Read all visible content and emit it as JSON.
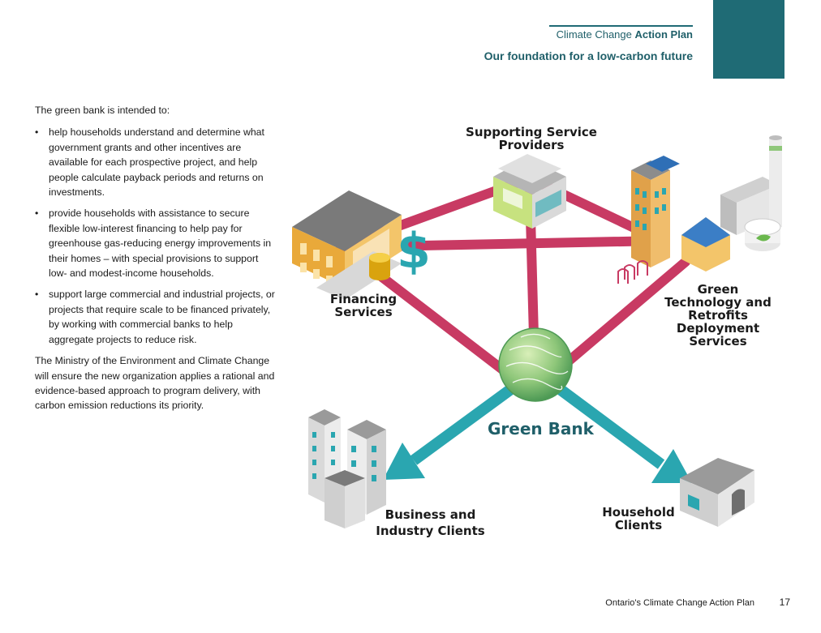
{
  "header": {
    "title_regular": "Climate Change ",
    "title_bold": "Action Plan",
    "subtitle": "Our foundation for a low-carbon future"
  },
  "body": {
    "intro": "The green bank is intended to:",
    "bullets": [
      "help households understand and determine what government grants and other incentives are available for each prospective project, and help people calculate payback periods and returns on investments.",
      "provide households with assistance to secure flexible low-interest financing to help pay for greenhouse gas-reducing energy improvements in their homes – with special provisions to support low- and modest-income households.",
      "support large commercial and industrial projects, or projects that require scale to be financed privately, by working with commercial banks to help aggregate projects to reduce risk."
    ],
    "closing": "The Ministry of the Environment and Climate Change will ensure the new organization applies a rational and evidence-based approach to program delivery, with carbon emission reductions its priority."
  },
  "diagram": {
    "center": "Green Bank",
    "supporting": "Supporting Service\nProviders",
    "financing": "Financing\nServices",
    "green_tech": "Green\nTechnology and\nRetrofits Deployment\nServices",
    "business": "Business and\nIndustry Clients",
    "household": "Household\nClients",
    "dollar_glyph": "$",
    "colors": {
      "input_lines": "#c83a63",
      "output_arrows": "#2aa6b0",
      "accent": "#1f6b75"
    }
  },
  "footer": {
    "title": "Ontario's Climate Change Action Plan",
    "page": "17"
  }
}
